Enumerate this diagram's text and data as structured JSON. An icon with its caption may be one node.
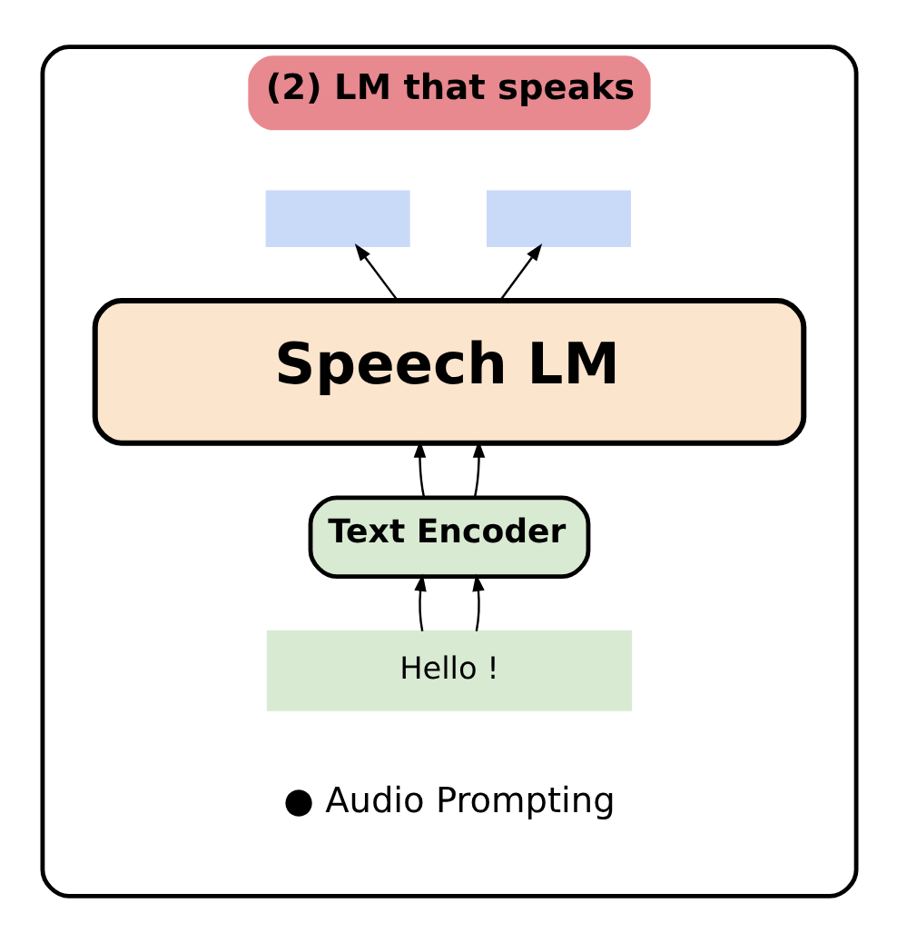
{
  "diagram": {
    "nodes": [
      {
        "text": [
          "(2) LM that speaks"
        ]
      },
      {
        "text": [
          "Speech LM"
        ],
        "in": 0
      },
      {
        "text": [],
        "shape": "box",
        "in": 0
      },
      {
        "text": [],
        "shape": "box",
        "in": 0
      },
      {
        "text": [
          "Text Encoder"
        ],
        "in": 0
      },
      {
        "text": [
          "Hello !"
        ],
        "in": 0
      }
    ],
    "edges": [
      {
        "from": 1,
        "to": 2,
        "arrow": "to"
      },
      {
        "from": 1,
        "to": 3,
        "arrow": "to"
      },
      {
        "from": 4,
        "to": 1,
        "arrow": "to"
      },
      {
        "from": 4,
        "to": 1,
        "arrow": "to"
      },
      {
        "from": 5,
        "to": 4,
        "arrow": "to"
      },
      {
        "from": 5,
        "to": 4,
        "arrow": "to"
      }
    ],
    "labels": [
      "● Audio Prompting"
    ]
  }
}
